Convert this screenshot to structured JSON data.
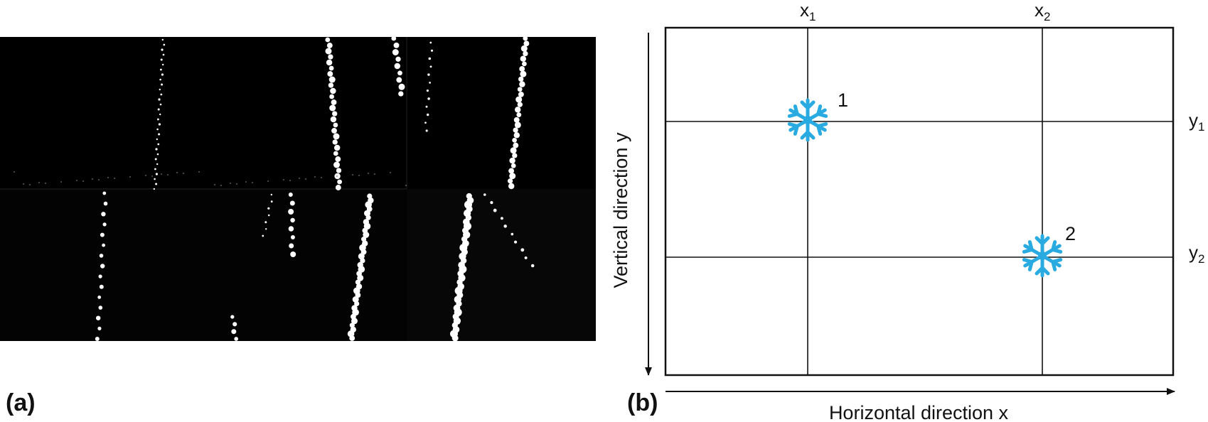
{
  "panels": {
    "a": {
      "label": "(a)"
    },
    "b": {
      "label": "(b)"
    }
  },
  "diagram": {
    "x_ticks": [
      {
        "base": "x",
        "sub": "1"
      },
      {
        "base": "x",
        "sub": "2"
      }
    ],
    "y_ticks": [
      {
        "base": "y",
        "sub": "1"
      },
      {
        "base": "y",
        "sub": "2"
      }
    ],
    "vertical_axis_label": "Vertical direction y",
    "horizontal_axis_label": "Horizontal direction x",
    "particles": [
      {
        "label": "1"
      },
      {
        "label": "2"
      }
    ],
    "colors": {
      "snowflake": "#29abe2",
      "lines": "#111111",
      "photo_background": "#000000",
      "streak": "#ffffff"
    }
  }
}
